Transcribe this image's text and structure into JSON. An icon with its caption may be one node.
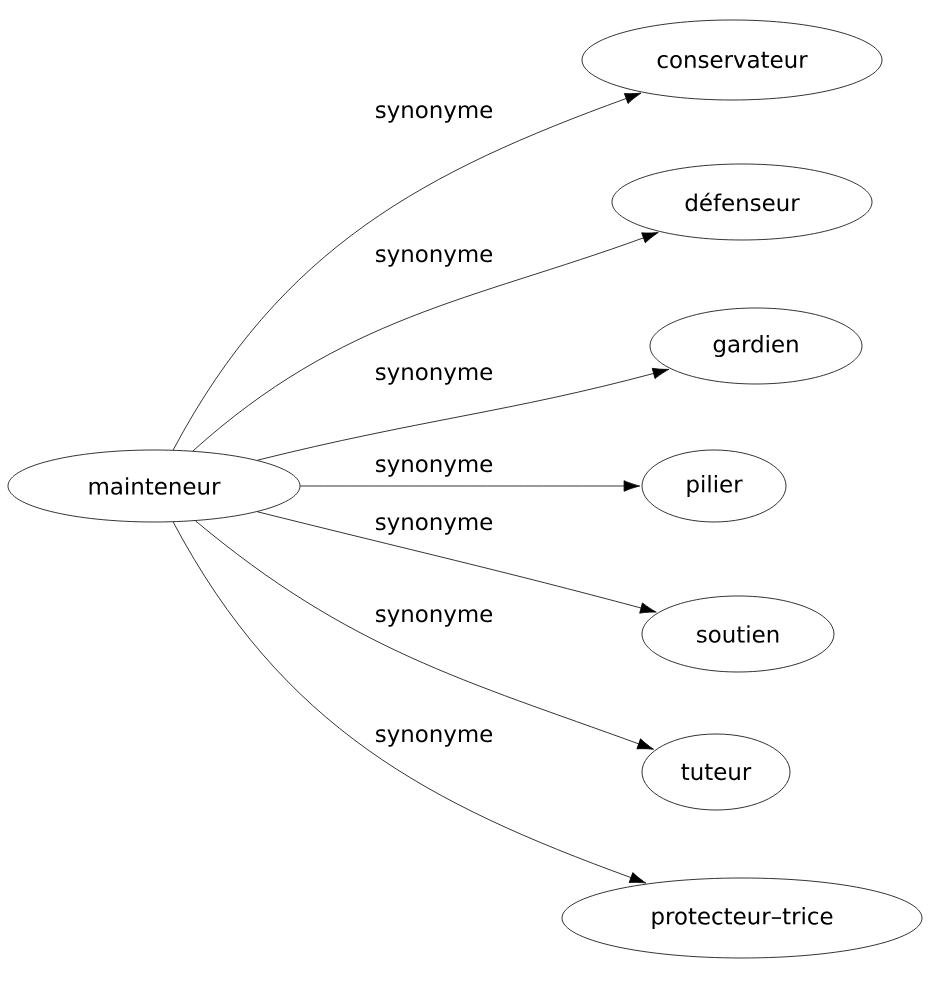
{
  "diagram": {
    "nodes": [
      {
        "text": [
          "mainteneur"
        ]
      },
      {
        "text": [
          "conservateur"
        ]
      },
      {
        "text": [
          "défenseur"
        ]
      },
      {
        "text": [
          "gardien"
        ]
      },
      {
        "text": [
          "pilier"
        ]
      },
      {
        "text": [
          "soutien"
        ]
      },
      {
        "text": [
          "tuteur"
        ]
      },
      {
        "text": [
          "protecteur–trice"
        ]
      }
    ],
    "edges": [
      {
        "from": 0,
        "to": 1,
        "arrow": "to",
        "label": "synonyme"
      },
      {
        "from": 0,
        "to": 2,
        "arrow": "to",
        "label": "synonyme"
      },
      {
        "from": 0,
        "to": 3,
        "arrow": "to",
        "label": "synonyme"
      },
      {
        "from": 0,
        "to": 4,
        "arrow": "to",
        "label": "synonyme"
      },
      {
        "from": 0,
        "to": 5,
        "arrow": "to",
        "label": "synonyme"
      },
      {
        "from": 0,
        "to": 6,
        "arrow": "to",
        "label": "synonyme"
      },
      {
        "from": 0,
        "to": 7,
        "arrow": "to",
        "label": "synonyme"
      }
    ]
  }
}
